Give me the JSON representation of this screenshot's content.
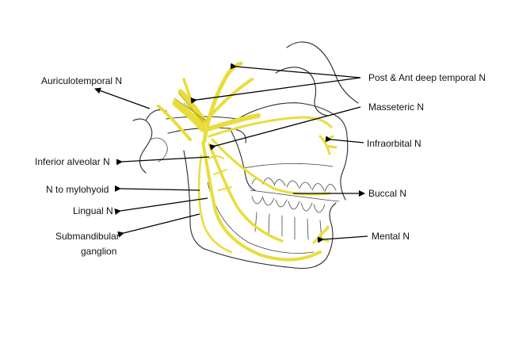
{
  "colors": {
    "nerve": "#e8dd3a",
    "nerve_dark": "#b8a81e",
    "bone": "#2a2a2a",
    "text": "#111111"
  },
  "labels": {
    "auriculotemporal": "Auriculotemporal N",
    "post_ant_deep_temporal": "Post & Ant deep temporal N",
    "masseteric": "Masseteric  N",
    "infraorbital": "Infraorbital N",
    "inferior_alveolar": "Inferior alveolar N",
    "n_to_mylohyoid": "N to mylohyoid",
    "lingual": "Lingual N",
    "buccal": "Buccal N",
    "submandibular_1": "Submandibular",
    "submandibular_2": "ganglion",
    "mental": "Mental N"
  }
}
